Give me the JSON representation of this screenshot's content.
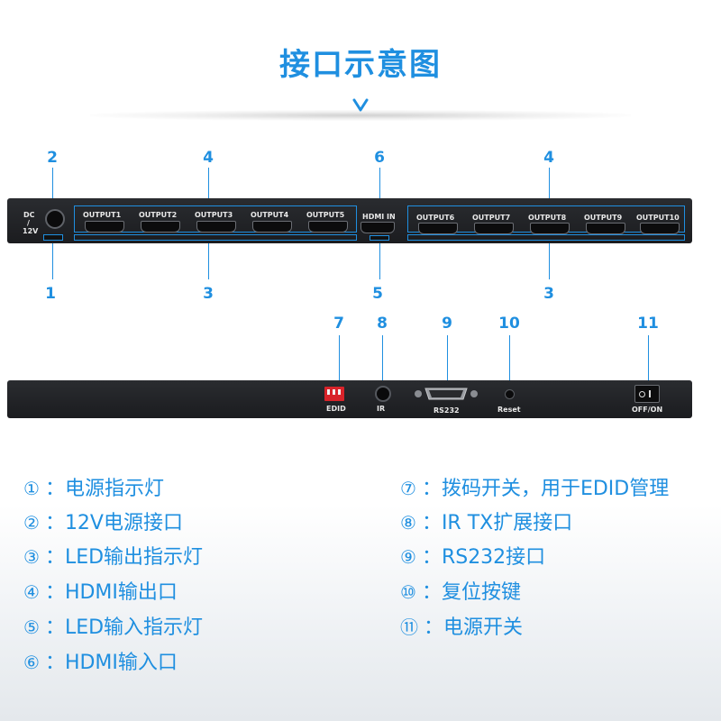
{
  "title": "接口示意图",
  "front_panel": {
    "dc_label": "DC",
    "slash": "/",
    "volt_label": "12V",
    "hdmi_in_label": "HDMI IN",
    "outputs": [
      "OUTPUT1",
      "OUTPUT2",
      "OUTPUT3",
      "OUTPUT4",
      "OUTPUT5",
      "OUTPUT6",
      "OUTPUT7",
      "OUTPUT8",
      "OUTPUT9",
      "OUTPUT10"
    ]
  },
  "back_panel": {
    "edid_label": "EDID",
    "ir_label": "IR",
    "rs232_label": "RS232",
    "reset_label": "Reset",
    "power_label": "OFF/ON"
  },
  "callouts": {
    "n1": "1",
    "n2": "2",
    "n3a": "3",
    "n3b": "3",
    "n4a": "4",
    "n4b": "4",
    "n5": "5",
    "n6": "6",
    "n7": "7",
    "n8": "8",
    "n9": "9",
    "n10": "10",
    "n11": "11"
  },
  "legend": [
    {
      "marker": "①",
      "text": "：电源指示灯"
    },
    {
      "marker": "②",
      "text": "：12V电源接口"
    },
    {
      "marker": "③",
      "text": "：LED输出指示灯"
    },
    {
      "marker": "④",
      "text": "：HDMI输出口"
    },
    {
      "marker": "⑤",
      "text": "：LED输入指示灯"
    },
    {
      "marker": "⑥",
      "text": "：HDMI输入口"
    },
    {
      "marker": "⑦",
      "text": "：拨码开关，用于EDID管理"
    },
    {
      "marker": "⑧",
      "text": "：IR TX扩展接口"
    },
    {
      "marker": "⑨",
      "text": "：RS232接口"
    },
    {
      "marker": "⑩",
      "text": "：复位按键"
    },
    {
      "marker": "⑪",
      "text": "：电源开关"
    }
  ],
  "colors": {
    "accent": "#1f8fe0",
    "panel": "#1b1c1f"
  }
}
